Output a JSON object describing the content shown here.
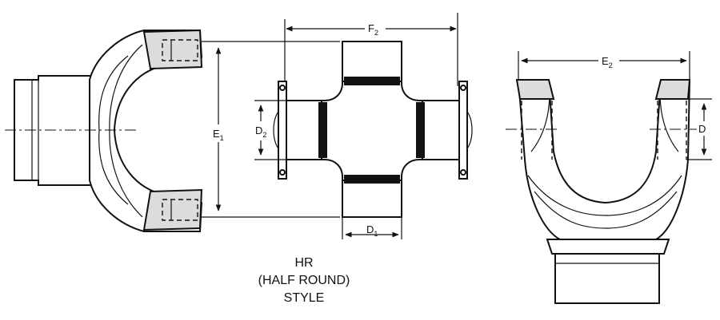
{
  "labels": {
    "f2": {
      "main": "F",
      "sub": "2"
    },
    "e1": {
      "main": "E",
      "sub": "1"
    },
    "d2": {
      "main": "D",
      "sub": "2"
    },
    "d1": {
      "main": "D",
      "sub": "1"
    },
    "e2": {
      "main": "E",
      "sub": "2"
    },
    "d": {
      "main": "D"
    }
  },
  "caption": {
    "line1": "HR",
    "line2": "(HALF ROUND)",
    "line3": "STYLE"
  }
}
